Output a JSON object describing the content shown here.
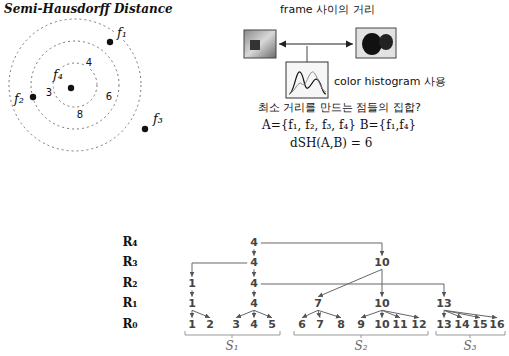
{
  "diagram": {
    "title": "Semi-Hausdorff Distance",
    "nodes": [
      {
        "text": [
          "4"
        ]
      },
      {
        "text": [
          "4"
        ]
      },
      {
        "text": [
          "10"
        ]
      },
      {
        "text": [
          "1"
        ]
      },
      {
        "text": [
          "4"
        ]
      },
      {
        "text": [
          "1"
        ]
      },
      {
        "text": [
          "4"
        ]
      },
      {
        "text": [
          "7"
        ]
      },
      {
        "text": [
          "10"
        ]
      },
      {
        "text": [
          "13"
        ]
      },
      {
        "text": [
          "1"
        ]
      },
      {
        "text": [
          "2"
        ]
      },
      {
        "text": [
          "3"
        ]
      },
      {
        "text": [
          "4"
        ]
      },
      {
        "text": [
          "5"
        ]
      },
      {
        "text": [
          "6"
        ]
      },
      {
        "text": [
          "7"
        ]
      },
      {
        "text": [
          "8"
        ]
      },
      {
        "text": [
          "9"
        ]
      },
      {
        "text": [
          "10"
        ]
      },
      {
        "text": [
          "11"
        ]
      },
      {
        "text": [
          "12"
        ]
      },
      {
        "text": [
          "13"
        ]
      },
      {
        "text": [
          "14"
        ]
      },
      {
        "text": [
          "15"
        ]
      },
      {
        "text": [
          "16"
        ]
      }
    ],
    "edges": [
      {
        "from": 0,
        "to": 1,
        "arrow": "to"
      },
      {
        "from": 0,
        "to": 2,
        "arrow": "to"
      },
      {
        "from": 1,
        "to": 3,
        "arrow": "to"
      },
      {
        "from": 1,
        "to": 4,
        "arrow": "to"
      },
      {
        "from": 2,
        "to": 7,
        "arrow": "to"
      },
      {
        "from": 2,
        "to": 8,
        "arrow": "to"
      },
      {
        "from": 3,
        "to": 5,
        "arrow": "to"
      },
      {
        "from": 4,
        "to": 6,
        "arrow": "to"
      },
      {
        "from": 4,
        "to": 9,
        "arrow": "to"
      },
      {
        "from": 5,
        "to": 10,
        "arrow": "to"
      },
      {
        "from": 5,
        "to": 11,
        "arrow": "to"
      },
      {
        "from": 6,
        "to": 12,
        "arrow": "to"
      },
      {
        "from": 6,
        "to": 13,
        "arrow": "to"
      },
      {
        "from": 6,
        "to": 14,
        "arrow": "to"
      },
      {
        "from": 7,
        "to": 15,
        "arrow": "to"
      },
      {
        "from": 7,
        "to": 16,
        "arrow": "to"
      },
      {
        "from": 7,
        "to": 17,
        "arrow": "to"
      },
      {
        "from": 8,
        "to": 18,
        "arrow": "to"
      },
      {
        "from": 8,
        "to": 19,
        "arrow": "to"
      },
      {
        "from": 8,
        "to": 20,
        "arrow": "to"
      },
      {
        "from": 8,
        "to": 21,
        "arrow": "to"
      },
      {
        "from": 9,
        "to": 22,
        "arrow": "to"
      },
      {
        "from": 9,
        "to": 23,
        "arrow": "to"
      },
      {
        "from": 9,
        "to": 24,
        "arrow": "to"
      },
      {
        "from": 9,
        "to": 25,
        "arrow": "to"
      }
    ],
    "labels": [
      "frame 사이의 거리",
      "color histogram 사용",
      "최소 거리를 만드는 점들의 집합?",
      "A={f₁, f₂, f₃, f₄} B={f₁,f₄}",
      "dSH(A,B) = 6",
      "f₁",
      "4",
      "f₄",
      "3",
      "6",
      "f₂",
      "8",
      "f₃",
      "R₄",
      "R₃",
      "R₂",
      "R₁",
      "R₀",
      "S₁",
      "S₂",
      "S₃"
    ]
  }
}
